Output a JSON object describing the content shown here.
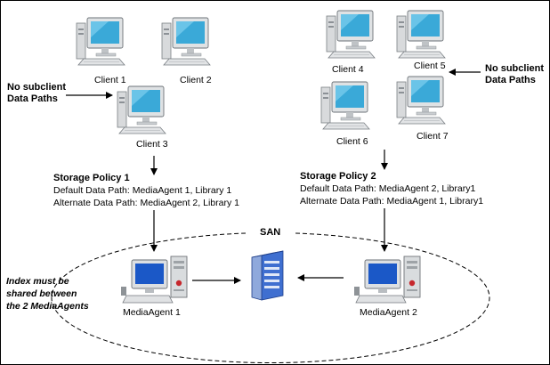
{
  "clients": [
    {
      "id": "client-1",
      "label": "Client 1"
    },
    {
      "id": "client-2",
      "label": "Client 2"
    },
    {
      "id": "client-3",
      "label": "Client 3"
    },
    {
      "id": "client-4",
      "label": "Client 4"
    },
    {
      "id": "client-5",
      "label": "Client 5"
    },
    {
      "id": "client-6",
      "label": "Client 6"
    },
    {
      "id": "client-7",
      "label": "Client 7"
    }
  ],
  "notes": {
    "left_no_subclient": [
      "No subclient",
      "Data Paths"
    ],
    "right_no_subclient": [
      "No subclient",
      "Data Paths"
    ],
    "index_note": [
      "Index must be",
      "shared between",
      "the 2 MediaAgents"
    ]
  },
  "storage_policies": [
    {
      "title": "Storage Policy 1",
      "default": "Default Data Path:  MediaAgent 1, Library 1",
      "alternate": "Alternate Data Path: MediaAgent 2, Library 1"
    },
    {
      "title": "Storage Policy 2",
      "default": "Default Data Path:  MediaAgent 2, Library1",
      "alternate": "Alternate Data Path: MediaAgent 1, Library1"
    }
  ],
  "san_label": "SAN",
  "media_agents": [
    {
      "id": "ma-1",
      "label": "MediaAgent 1"
    },
    {
      "id": "ma-2",
      "label": "MediaAgent 2"
    }
  ],
  "colors": {
    "monitor_screen": "#3aa9d8",
    "monitor_body": "#cfd3d6",
    "media_agent_screen": "#1b58c7",
    "library_blue": "#3f6fd0"
  }
}
